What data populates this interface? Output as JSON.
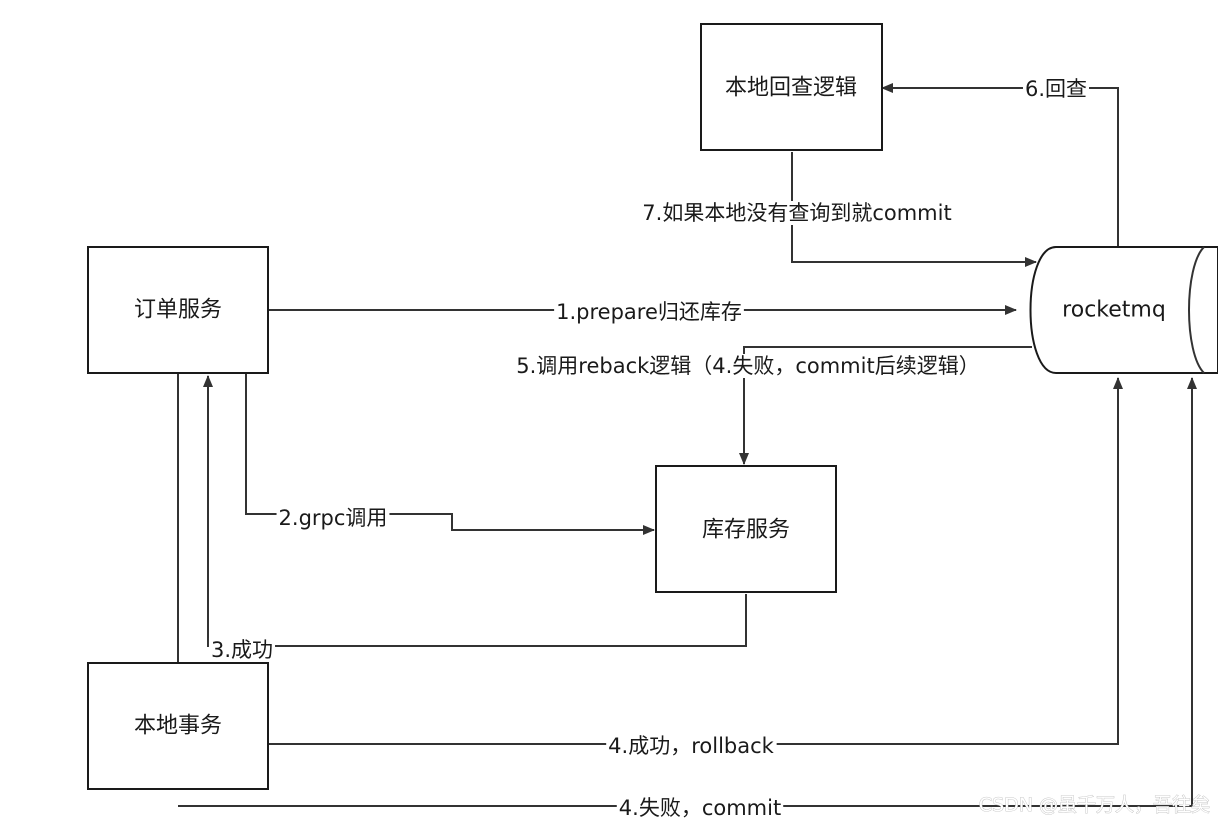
{
  "nodes": {
    "local_check": "本地回查逻辑",
    "order_service": "订单服务",
    "rocketmq": "rocketmq",
    "inventory_service": "库存服务",
    "local_transaction": "本地事务"
  },
  "edges": {
    "check_back": "6.回查",
    "commit_if_not_found": "7.如果本地没有查询到就commit",
    "prepare": "1.prepare归还库存",
    "reback": "5.调用reback逻辑（4.失败，commit后续逻辑）",
    "grpc_call": "2.grpc调用",
    "success": "3.成功",
    "success_rollback": "4.成功，rollback",
    "fail_commit": "4.失败，commit"
  },
  "watermark": "CSDN @虽千万人，吾往矣",
  "colors": {
    "stroke": "#1a1a1a",
    "line": "#333333",
    "background": "#ffffff"
  }
}
